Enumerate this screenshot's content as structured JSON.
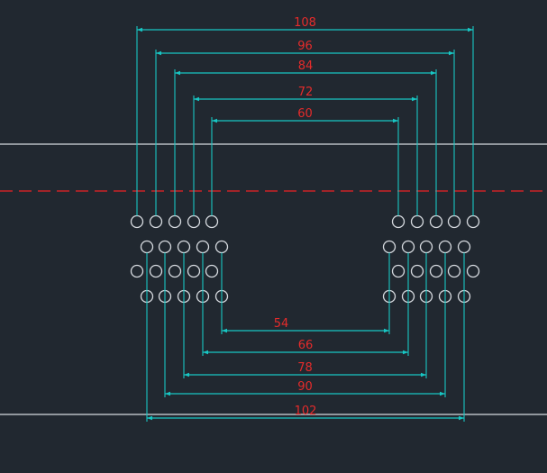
{
  "colors": {
    "background": "#212830",
    "dimension": "#18c6c3",
    "dimension_text": "#e52b2b",
    "hole": "#d7dbe0",
    "guide_line": "#d7dbe0",
    "centerline": "#cc2227"
  },
  "top_dimensions": [
    {
      "label": "108",
      "value": 108
    },
    {
      "label": "96",
      "value": 96
    },
    {
      "label": "84",
      "value": 84
    },
    {
      "label": "72",
      "value": 72
    },
    {
      "label": "60",
      "value": 60
    }
  ],
  "bottom_dimensions": [
    {
      "label": "54",
      "value": 54
    },
    {
      "label": "66",
      "value": 66
    },
    {
      "label": "78",
      "value": 78
    },
    {
      "label": "90",
      "value": 90
    },
    {
      "label": "102",
      "value": 102
    }
  ],
  "hole_rows": [
    {
      "row": 1,
      "holes_per_side": 5
    },
    {
      "row": 2,
      "holes_per_side": 5
    },
    {
      "row": 3,
      "holes_per_side": 5
    },
    {
      "row": 4,
      "holes_per_side": 5
    }
  ]
}
